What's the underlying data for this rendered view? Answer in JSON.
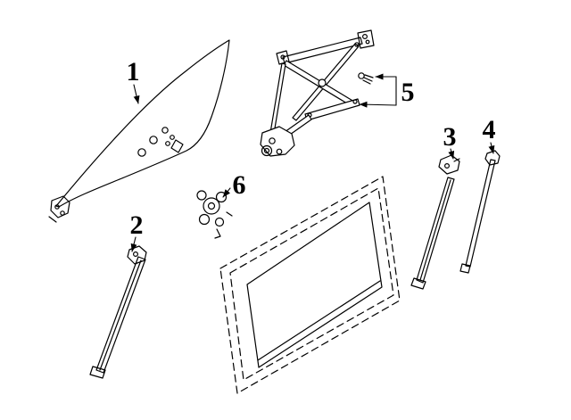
{
  "diagram": {
    "background_color": "#ffffff",
    "line_color": "#000000",
    "type": "exploded-parts-diagram",
    "subject": "front-door-glass-and-window-regulator-hardware",
    "callouts": [
      {
        "label": "1",
        "part": "door-window-glass"
      },
      {
        "label": "2",
        "part": "glass-run-channel-front-lower"
      },
      {
        "label": "3",
        "part": "glass-run-channel-rear"
      },
      {
        "label": "4",
        "part": "glass-guide-sash-strip"
      },
      {
        "label": "5",
        "part": "window-regulator-assembly-with-bolt"
      },
      {
        "label": "6",
        "part": "window-motor"
      }
    ]
  }
}
